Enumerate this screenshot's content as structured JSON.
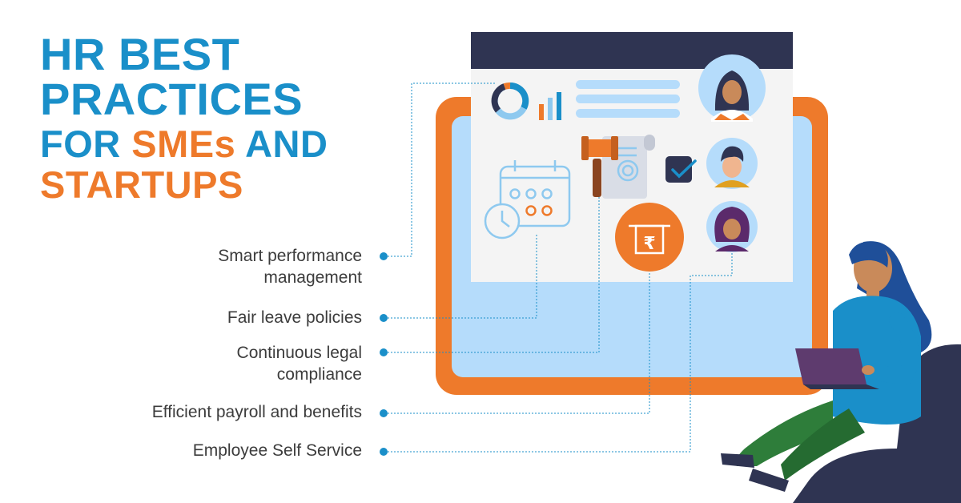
{
  "colors": {
    "blue": "#1a8fc9",
    "orange": "#ee7a2b",
    "navy": "#2f3452",
    "light_blue": "#b5dcfb",
    "panel": "#f4f4f4",
    "text": "#3c3c3c"
  },
  "title": {
    "line1": "HR BEST",
    "line2": "PRACTICES",
    "line3_a": "FOR ",
    "line3_b": "SMEs",
    "line3_c": " AND",
    "line4": "STARTUPS"
  },
  "features": [
    {
      "line1": "Smart performance",
      "line2": "management",
      "icon": "donut-chart-icon"
    },
    {
      "line1": "Fair leave policies",
      "line2": "",
      "icon": "calendar-icon"
    },
    {
      "line1": "Continuous legal",
      "line2": "compliance",
      "icon": "gavel-icon"
    },
    {
      "line1": "Efficient payroll and benefits",
      "line2": "",
      "icon": "rupee-payment-icon"
    },
    {
      "line1": "Employee Self Service",
      "line2": "",
      "icon": "avatar-icon"
    }
  ],
  "icons": [
    "donut-chart-icon",
    "bar-chart-icon",
    "calendar-icon",
    "clock-icon",
    "gavel-icon",
    "certificate-icon",
    "checkbox-icon",
    "rupee-payment-icon",
    "avatar-icon"
  ],
  "rupee_symbol": "₹"
}
